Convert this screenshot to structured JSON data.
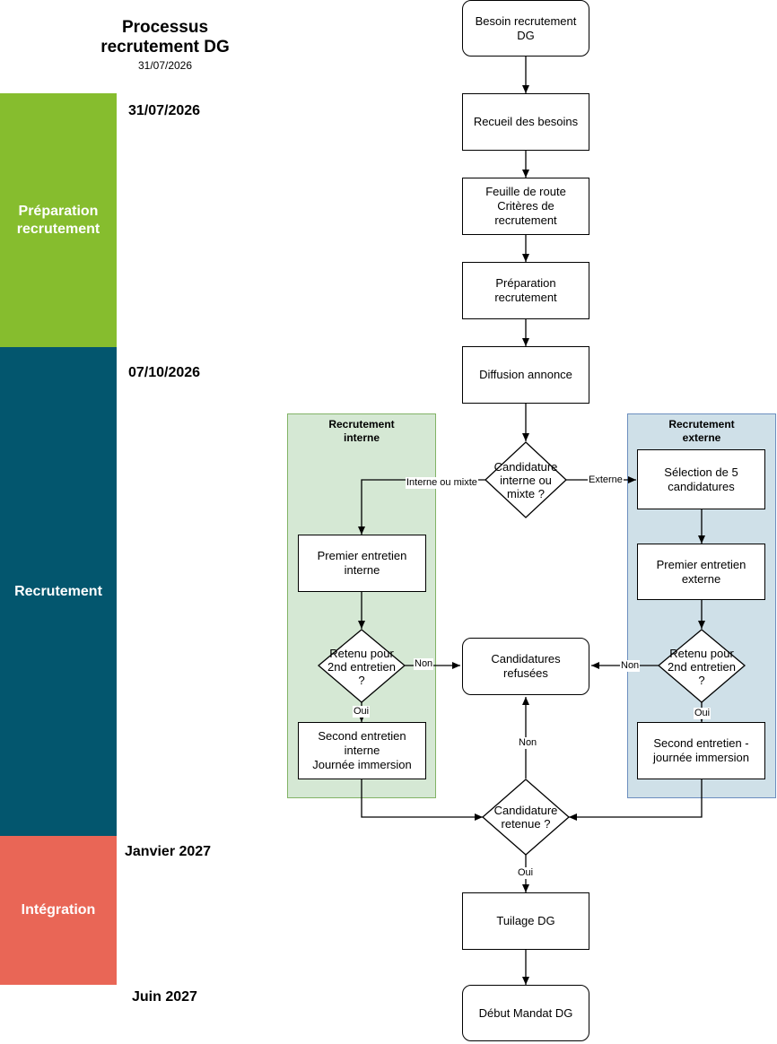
{
  "header": {
    "title": "Processus\nrecrutement DG",
    "subtitle": "31/07/2026"
  },
  "phases": [
    {
      "id": "preparation",
      "label": "Préparation recrutement",
      "color": "#86bd2e"
    },
    {
      "id": "recrutement",
      "label": "Recrutement",
      "color": "#03566e"
    },
    {
      "id": "integration",
      "label": "Intégration",
      "color": "#e96656"
    }
  ],
  "dates": [
    "31/07/2026",
    "07/10/2026",
    "Janvier 2027",
    "Juin 2027"
  ],
  "groups": {
    "interne": {
      "title": "Recrutement\ninterne",
      "fill": "#d5e8d4",
      "stroke": "#82b366"
    },
    "externe": {
      "title": "Recrutement\nexterne",
      "fill": "#cfe0e8",
      "stroke": "#6c8ebf"
    }
  },
  "nodes": {
    "besoin": "Besoin recrutement\nDG",
    "recueil": "Recueil des besoins",
    "feuille": "Feuille de route\nCritères de\nrecrutement",
    "preparation": "Préparation\nrecrutement",
    "diffusion": "Diffusion annonce",
    "candidature_type": "Candidature\ninterne ou\nmixte ?",
    "selection": "Sélection de 5\ncandidatures",
    "premier_interne": "Premier entretien\ninterne",
    "premier_externe": "Premier entretien\nexterne",
    "retenu_interne": "Retenu pour\n2nd entretien\n?",
    "retenu_externe": "Retenu pour\n2nd entretien\n?",
    "refusees": "Candidatures\nrefusées",
    "second_interne": "Second entretien\ninterne\nJournée immersion",
    "second_externe": "Second entretien -\njournée immersion",
    "retenue": "Candidature\nretenue ?",
    "tuilage": "Tuilage DG",
    "debut": "Début Mandat DG"
  },
  "edge_labels": {
    "interne_mixte": "Interne ou mixte",
    "externe": "Externe",
    "non_interne": "Non",
    "non_externe": "Non",
    "oui_interne": "Oui",
    "oui_externe": "Oui",
    "non_retenue": "Non",
    "oui_retenue": "Oui"
  }
}
